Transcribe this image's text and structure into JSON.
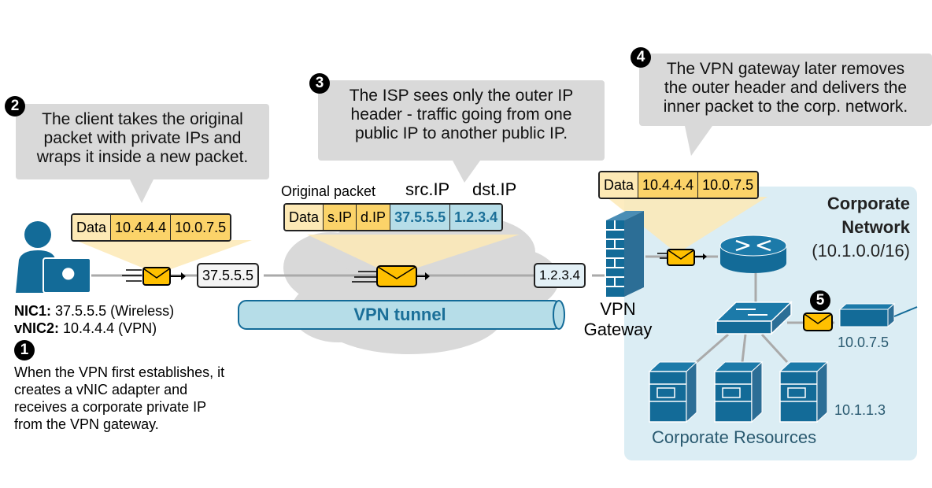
{
  "steps": [
    {
      "number": "1",
      "text_lines": [
        "When the VPN first establishes, it",
        "creates a vNIC adapter and",
        "receives a corporate private IP",
        "from the VPN gateway."
      ]
    },
    {
      "number": "2",
      "text_lines": [
        "The client takes the original",
        "packet with private IPs and",
        "wraps it inside a new packet."
      ]
    },
    {
      "number": "3",
      "text_lines": [
        "The ISP sees only the outer IP",
        "header - traffic going from one",
        "public IP to another public IP."
      ]
    },
    {
      "number": "4",
      "text_lines": [
        "The VPN gateway later removes",
        "the outer header and delivers the",
        "inner packet to the corp. network."
      ]
    },
    {
      "number": "5"
    }
  ],
  "client": {
    "nic1_label": "NIC1:",
    "nic1_value": "37.5.5.5 (Wireless)",
    "vnic2_label": "vNIC2:",
    "vnic2_value": "10.4.4.4 (VPN)",
    "public_ip": "37.5.5.5"
  },
  "inner_packet": {
    "data": "Data",
    "src": "10.4.4.4",
    "dst": "10.0.7.5"
  },
  "outer_packet": {
    "caption": "Original packet",
    "src_caption": "src.IP",
    "dst_caption": "dst.IP",
    "data": "Data",
    "sip": "s.IP",
    "dip": "d.IP",
    "outer_src": "37.5.5.5",
    "outer_dst": "1.2.3.4"
  },
  "tunnel": {
    "label": "VPN tunnel"
  },
  "gateway": {
    "public_ip": "1.2.3.4",
    "label_line1": "VPN",
    "label_line2": "Gateway"
  },
  "corporate": {
    "title_line1": "Corporate",
    "title_line2": "Network",
    "subnet": "(10.1.0.0/16)",
    "host_ip": "10.0.7.5",
    "server_ip": "10.1.1.3",
    "resources_label": "Corporate Resources"
  },
  "colors": {
    "device_blue": "#136b98",
    "corp_bg": "#dbedf4",
    "callout_gray": "#d9d9d9",
    "envelope": "#ffc000"
  }
}
